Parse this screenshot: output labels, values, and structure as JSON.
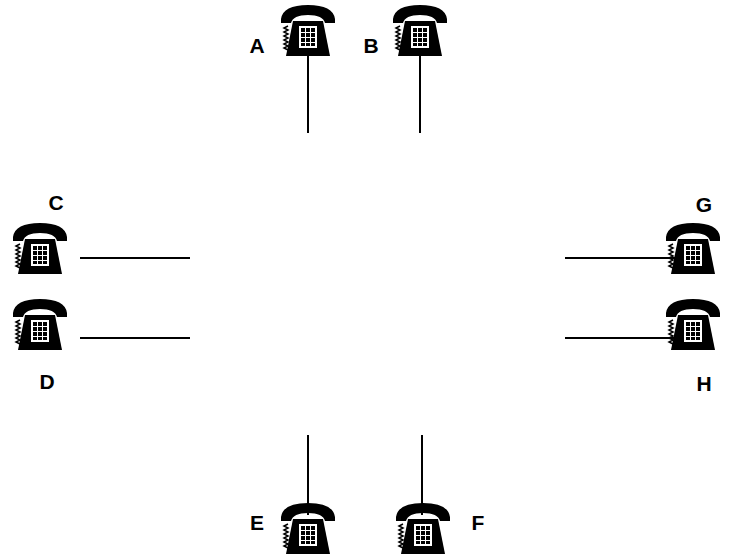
{
  "diagram": {
    "labels": [
      "A",
      "B",
      "C",
      "G",
      "D",
      "H",
      "E",
      "F"
    ]
  }
}
